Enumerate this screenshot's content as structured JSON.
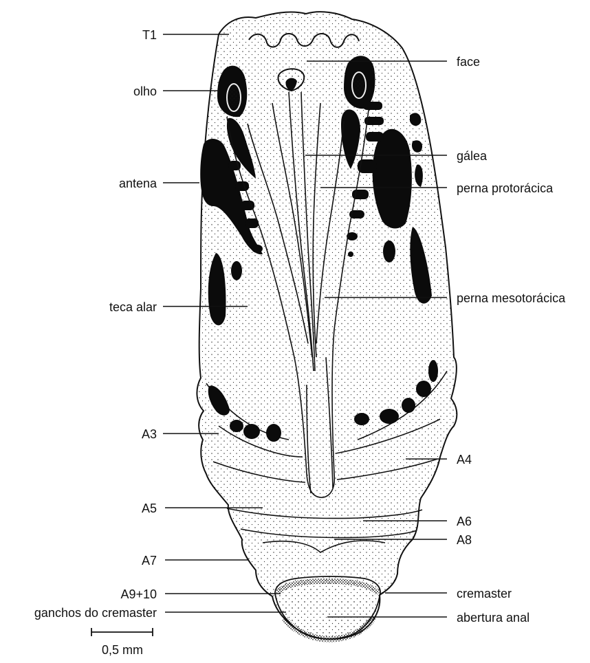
{
  "diagram": {
    "labels_left": {
      "t1": "T1",
      "olho": "olho",
      "antena": "antena",
      "teca_alar": "teca alar",
      "a3": "A3",
      "a5": "A5",
      "a7": "A7",
      "a9_10": "A9+10",
      "ganchos": "ganchos do cremaster"
    },
    "labels_right": {
      "face": "face",
      "galea": "gálea",
      "perna_protoracica": "perna protorácica",
      "perna_mesotoracica": "perna mesotorácica",
      "a4": "A4",
      "a6": "A6",
      "a8": "A8",
      "cremaster": "cremaster",
      "abertura_anal": "abertura anal"
    },
    "scale_bar": {
      "label": "0,5 mm"
    }
  }
}
